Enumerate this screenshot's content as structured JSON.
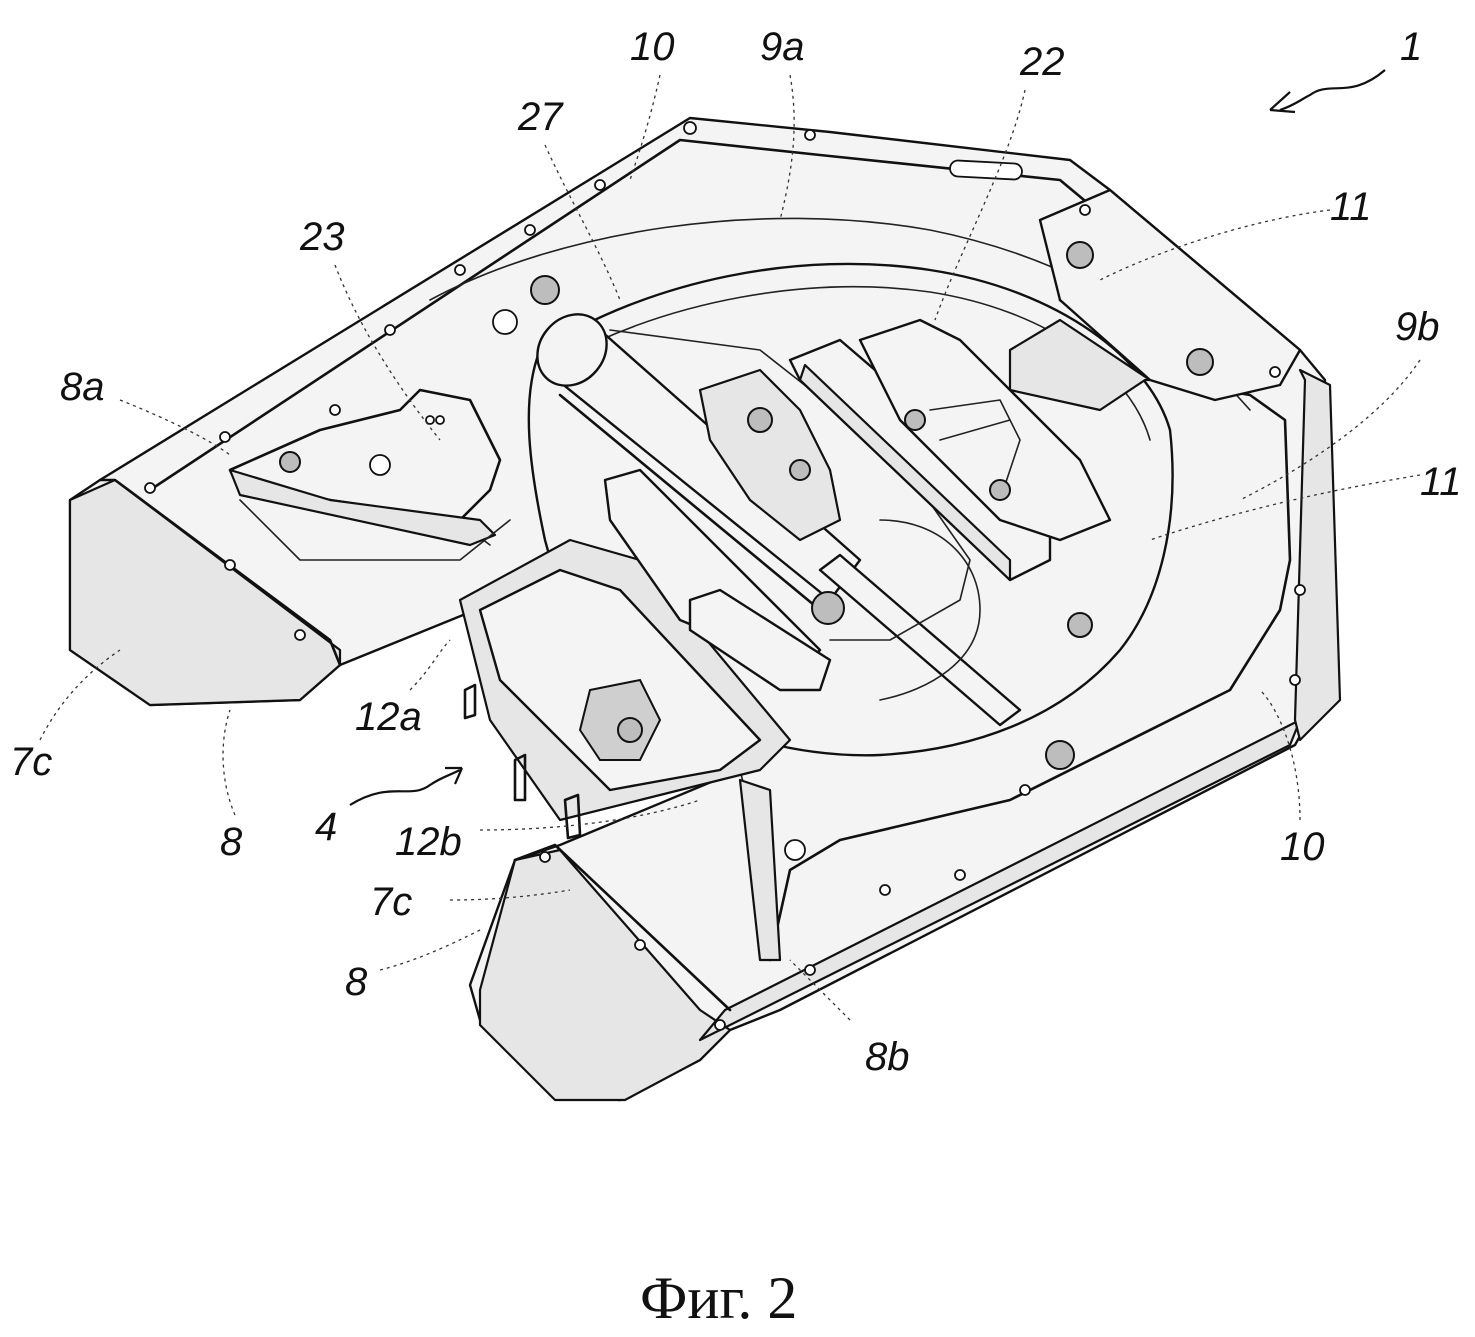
{
  "figure": {
    "caption": "Фиг. 2"
  },
  "labels": {
    "l1": "1",
    "l10_top": "10",
    "l9a": "9a",
    "l22": "22",
    "l27": "27",
    "l11_top": "11",
    "l23": "23",
    "l9b": "9b",
    "l8a": "8a",
    "l11_right": "11",
    "l7c_left": "7c",
    "l12a": "12a",
    "l8_left": "8",
    "l4": "4",
    "l12b": "12b",
    "l10_right": "10",
    "l7c_mid": "7c",
    "l8_mid": "8",
    "l8b": "8b"
  }
}
